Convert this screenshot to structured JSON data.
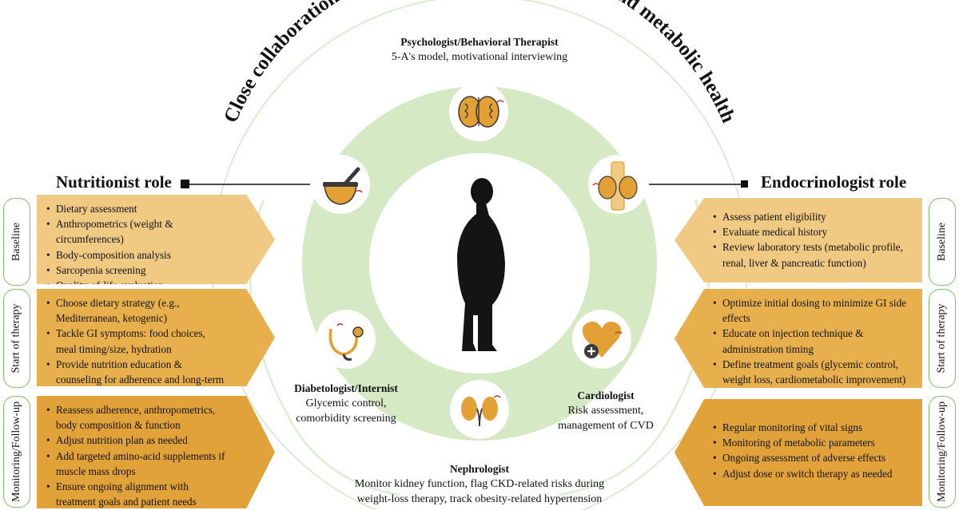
{
  "title_arc": "Close collaboration for fluid balance,  protein needs, and metabolic health",
  "nutritionist": {
    "title": "Nutritionist role",
    "baseline": [
      "Dietary assessment",
      "Anthropometrics (weight & circumferences)",
      "Body-composition analysis",
      "Sarcopenia screening",
      "Quality-of-life evaluation"
    ],
    "start": [
      "Choose dietary strategy (e.g., Mediterranean, ketogenic)",
      "Tackle GI symptoms: food choices, meal timing/size, hydration",
      "Provide nutrition education & counseling for adherence and long-term compliance"
    ],
    "followup": [
      "Reassess adherence, anthropometrics, body composition & function",
      "Adjust nutrition plan as needed",
      "Add targeted amino-acid supplements if muscle mass drops",
      "Ensure ongoing alignment with treatment goals and patient needs"
    ]
  },
  "endocrinologist": {
    "title": "Endocrinologist  role",
    "baseline": [
      "Assess patient eligibility",
      "Evaluate medical history",
      "Review laboratory tests (metabolic profile, renal, liver & pancreatic function)"
    ],
    "start": [
      "Optimize initial dosing to minimize GI side effects",
      "Educate on injection technique & administration timing",
      "Define treatment goals (glycemic control, weight loss, cardiometabolic improvement)"
    ],
    "followup": [
      "Regular monitoring of vital signs",
      "Monitoring of metabolic parameters",
      "Ongoing assessment of adverse effects",
      "Adjust dose or switch therapy as needed"
    ]
  },
  "stages": {
    "baseline": "Baseline",
    "start": "Start of therapy",
    "followup": "Monitoring/Follow-up"
  },
  "psychologist": {
    "name": "Psychologist/Behavioral Therapist",
    "desc": "5-A's model, motivational interviewing"
  },
  "diabetologist": {
    "name": "Diabetologist/Internist",
    "desc1": "Glycemic control,",
    "desc2": "comorbidity screening"
  },
  "cardiologist": {
    "name": "Cardiologist",
    "desc1": "Risk assessment,",
    "desc2": "management of CVD"
  },
  "nephrologist": {
    "name": "Nephrologist",
    "desc1": "Monitor kidney function, flag CKD-related risks during",
    "desc2": "weight-loss therapy, track obesity-related hypertension"
  },
  "colors": {
    "orange_light": "#f0c983",
    "orange_mid": "#e8b04c",
    "orange_dark": "#e1a23a",
    "green_ring": "#d4e9c4",
    "green_line": "#9fd08a",
    "icon_orange": "#e3a034",
    "icon_dark": "#3a3a3a"
  },
  "icons": [
    "brain-icon",
    "mortar-pestle-icon",
    "thyroid-icon",
    "stethoscope-icon",
    "heart-plus-icon",
    "kidneys-icon",
    "patient-silhouette-icon"
  ]
}
